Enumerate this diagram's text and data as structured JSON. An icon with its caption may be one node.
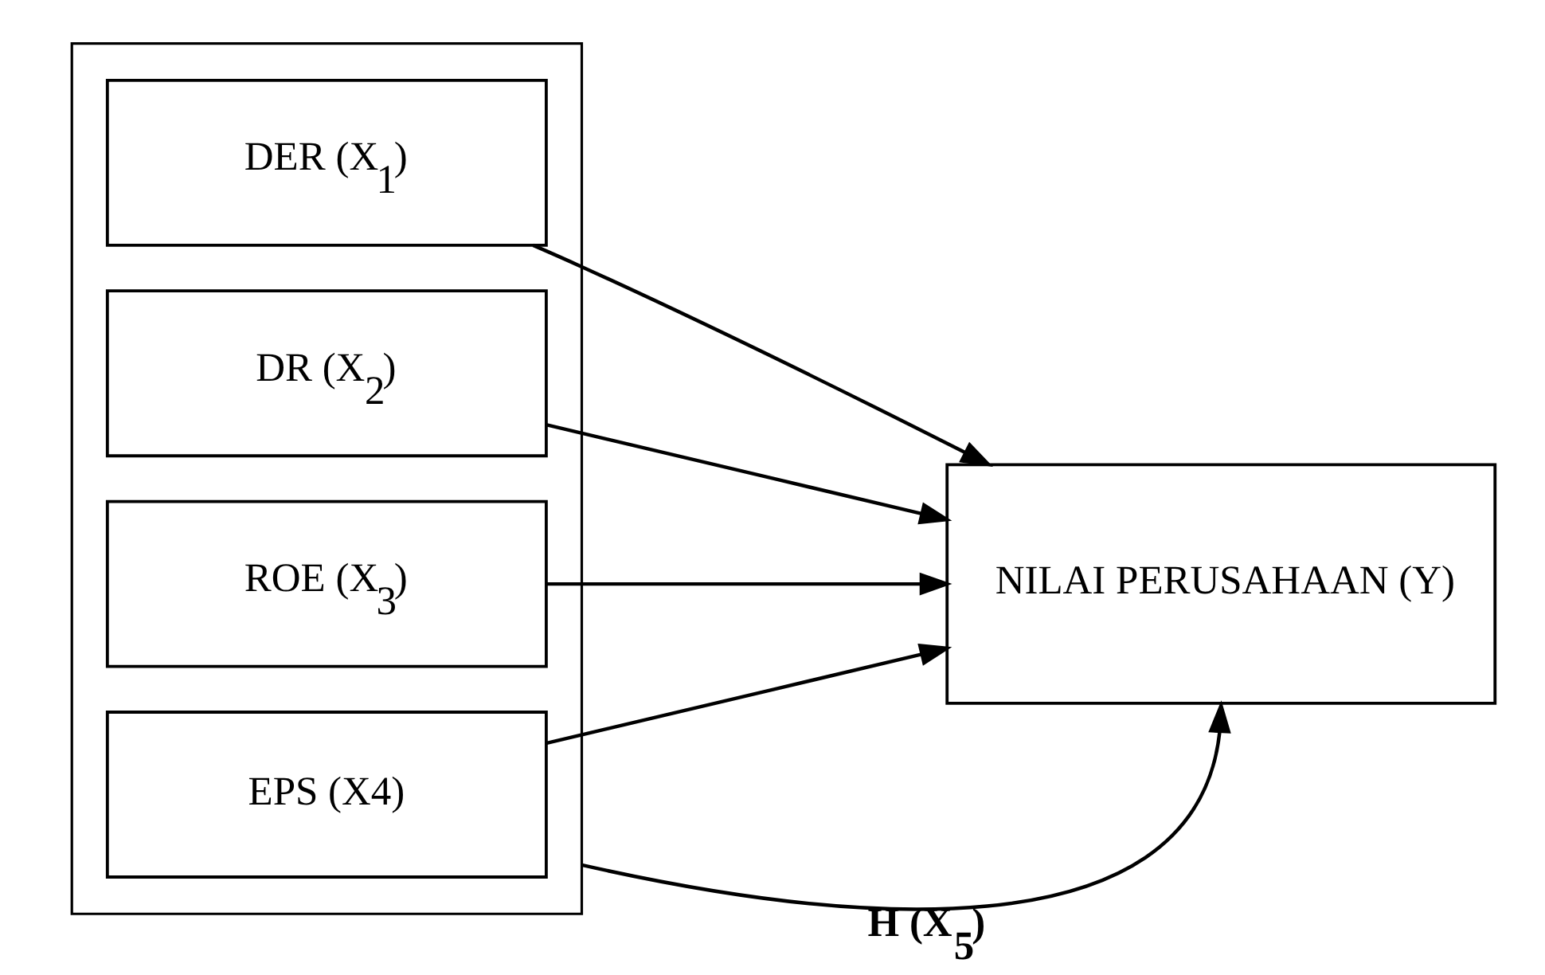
{
  "diagram": {
    "nodes": [
      {
        "text": [],
        "shape": "box"
      },
      {
        "text": [
          "DER (X$_{1}$)"
        ],
        "in": 0
      },
      {
        "text": [
          "DR (X$_{2}$)"
        ],
        "in": 0
      },
      {
        "text": [
          "ROE (X$_{3}$)"
        ],
        "in": 0
      },
      {
        "text": [
          "EPS (X4)"
        ],
        "in": 0
      },
      {
        "text": [
          "NILAI PERUSAHAAN (Y)"
        ]
      }
    ],
    "edges": [
      {
        "from": 1,
        "to": 5,
        "arrow": "to"
      },
      {
        "from": 2,
        "to": 5,
        "arrow": "to"
      },
      {
        "from": 3,
        "to": 5,
        "arrow": "to"
      },
      {
        "from": 4,
        "to": 5,
        "arrow": "to"
      },
      {
        "from": 0,
        "to": 5,
        "arrow": "to",
        "label": "H (X$_{5}$)"
      }
    ]
  }
}
